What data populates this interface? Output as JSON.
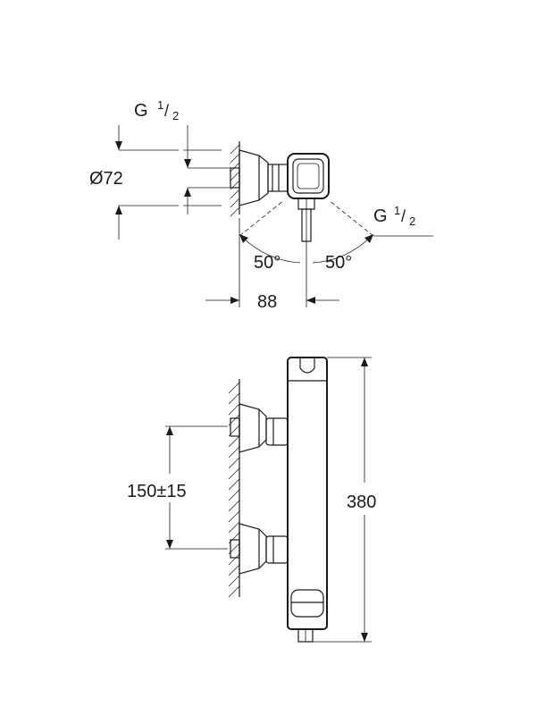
{
  "top_view": {
    "thread_top": {
      "base": "G",
      "num": "1",
      "den": "2"
    },
    "thread_right": {
      "base": "G",
      "num": "1",
      "den": "2"
    },
    "diameter": "Ø72",
    "angle_left": "50°",
    "angle_right": "50°",
    "width": "88"
  },
  "front_view": {
    "spacing": "150±15",
    "height": "380"
  }
}
